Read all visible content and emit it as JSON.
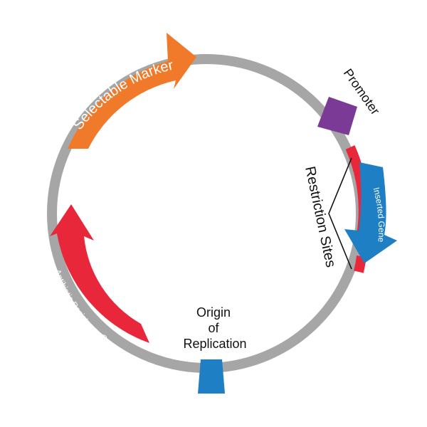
{
  "diagram": {
    "labels": {
      "selectable_marker": "Selectable Marker",
      "promoter": "Promoter",
      "restriction_sites": "Restriction Sites",
      "inserted_gene": "Inserted Gene",
      "antibiotic_resistance_gene": "Antibiotic Resistance Gene",
      "origin_line1": "Origin",
      "origin_line2": "of",
      "origin_line3": "Replication"
    },
    "colors": {
      "backbone": "#a6a6a6",
      "selectable_marker": "#f07a2a",
      "promoter": "#7b3a96",
      "restriction_site": "#e8283a",
      "inserted_gene": "#1f7fc4",
      "antibiotic_resistance": "#e8283a",
      "origin": "#1f7fc4",
      "text_dark": "#111111",
      "text_light": "#ffffff"
    }
  }
}
